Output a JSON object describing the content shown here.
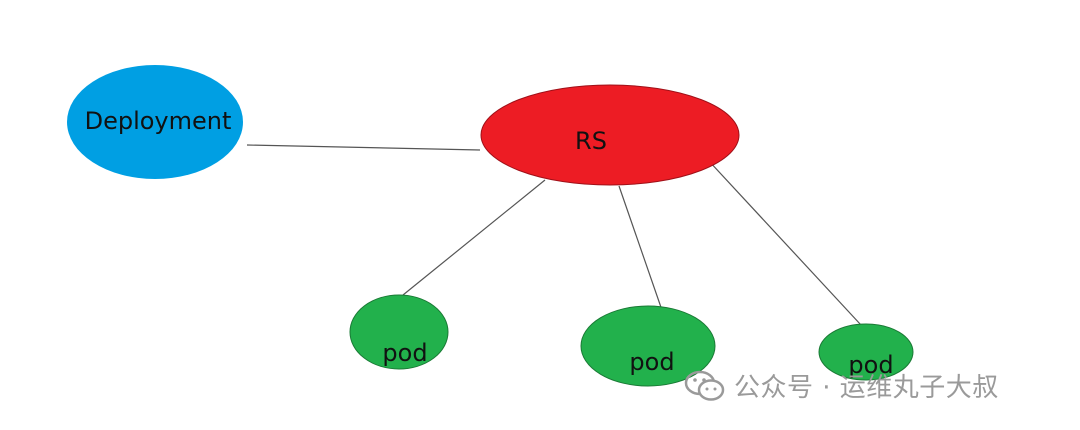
{
  "diagram": {
    "deployment": {
      "label": "Deployment",
      "color": "#009fe3"
    },
    "rs": {
      "label": "RS",
      "color": "#ed1c24"
    },
    "pods": [
      {
        "label": "pod",
        "color": "#22b14c"
      },
      {
        "label": "pod",
        "color": "#22b14c"
      },
      {
        "label": "pod",
        "color": "#22b14c"
      }
    ],
    "edge_color": "#555555"
  },
  "watermark": {
    "icon": "wechat-icon",
    "text": "公众号 · 运维丸子大叔"
  }
}
